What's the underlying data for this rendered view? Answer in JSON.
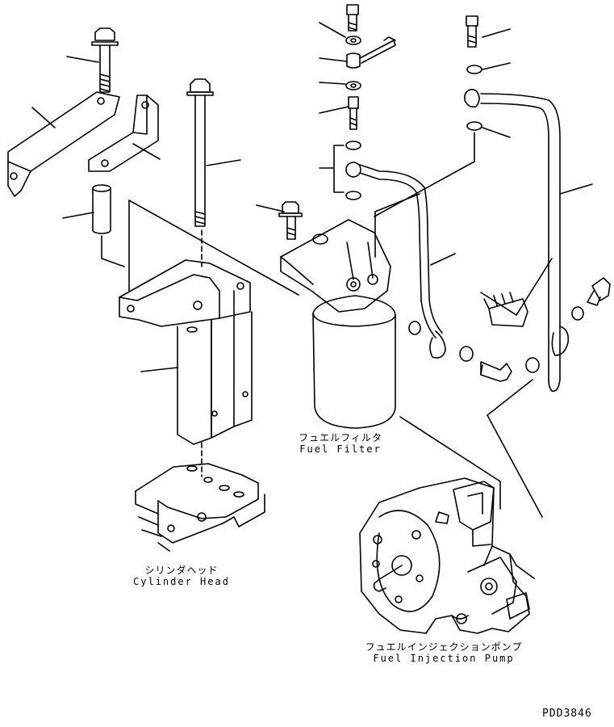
{
  "labels": {
    "fuel_filter": {
      "jp": "フュエルフィルタ",
      "en": "Fuel Filter"
    },
    "cylinder_head": {
      "jp": "シリンダヘッド",
      "en": "Cylinder Head"
    },
    "fuel_injection_pump": {
      "jp": "フュエルインジェクションポンプ",
      "en": "Fuel Injection Pump"
    }
  },
  "drawing_code": "PDD3846"
}
